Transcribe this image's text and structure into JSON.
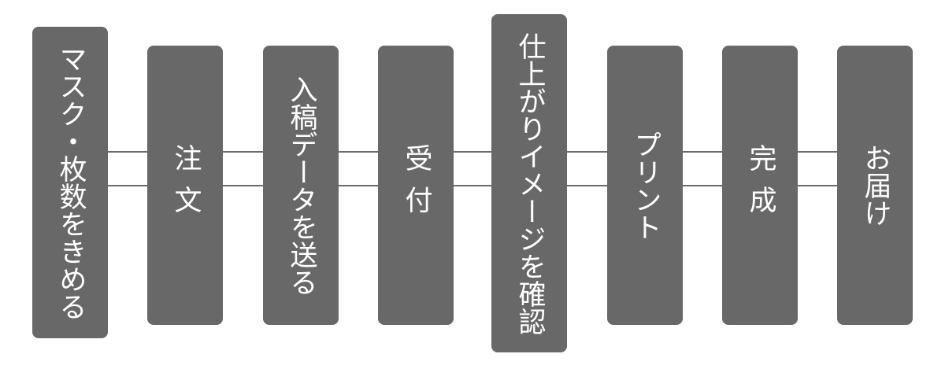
{
  "colors": {
    "box_fill": "#686868",
    "label_text": "#ffffff",
    "connector": "#6b6b6b",
    "background": "#ffffff"
  },
  "steps": [
    {
      "id": "mask",
      "label": "マスク・枚数をきめる",
      "spacing": "0px"
    },
    {
      "id": "order",
      "label": "注文",
      "spacing": "18px"
    },
    {
      "id": "submit-data",
      "label": "入稿データを送る",
      "spacing": "0px"
    },
    {
      "id": "reception",
      "label": "受付",
      "spacing": "18px"
    },
    {
      "id": "confirm-image",
      "label": "仕上がりイメージを確認",
      "spacing": "0px"
    },
    {
      "id": "print",
      "label": "プリント",
      "spacing": "0px"
    },
    {
      "id": "complete",
      "label": "完成",
      "spacing": "18px"
    },
    {
      "id": "delivery",
      "label": "お届け",
      "spacing": "0px"
    }
  ]
}
